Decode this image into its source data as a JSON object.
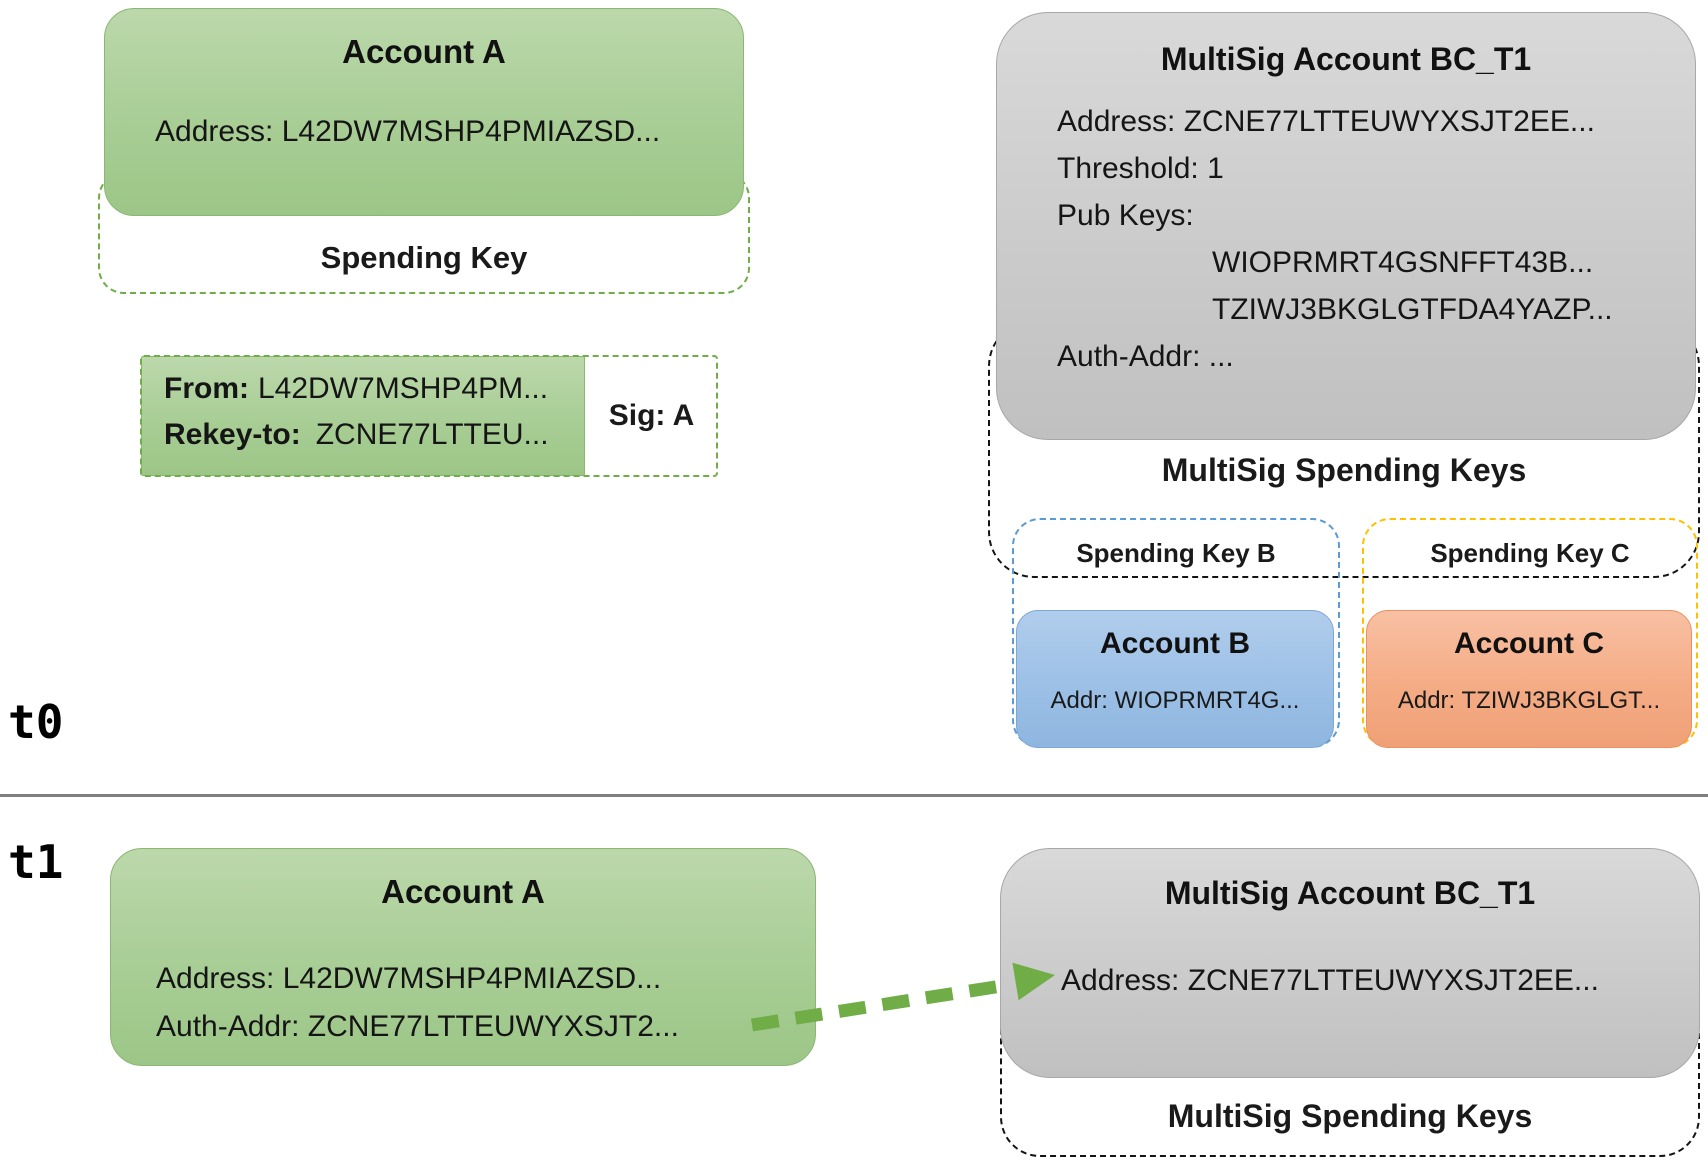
{
  "colors": {
    "account_green": "#a8cd95",
    "green_dash": "#70ad47",
    "multisig_gray": "#cbcbcb",
    "account_blue": "#9cc0e6",
    "blue_dash": "#5b9bd5",
    "account_orange": "#f4ac85",
    "yellow_dash": "#ffc000",
    "black_dash": "#141414",
    "arrow_green": "#70ad47",
    "divider_gray": "#7f7f7f"
  },
  "t0": {
    "label": "t0",
    "account_a": {
      "title": "Account A",
      "address": "Address: L42DW7MSHP4PMIAZSD...",
      "spending_key_label": "Spending Key"
    },
    "rekey_txn": {
      "from_label": "From:",
      "from_value": "L42DW7MSHP4PM...",
      "rekey_label": "Rekey-to:",
      "rekey_value": "ZCNE77LTTEU...",
      "sig": "Sig: A"
    },
    "multisig": {
      "title": "MultiSig Account BC_T1",
      "address": "Address: ZCNE77LTTEUWYXSJT2EE...",
      "threshold": "Threshold: 1",
      "pub_keys_label": "Pub Keys:",
      "pub_keys": [
        "WIOPRMRT4GSNFFT43B...",
        "TZIWJ3BKGLGTFDA4YAZP..."
      ],
      "auth_addr": "Auth-Addr: ...",
      "spending_keys_label": "MultiSig Spending Keys"
    },
    "spending_key_b": {
      "label": "Spending Key B"
    },
    "spending_key_c": {
      "label": "Spending Key C"
    },
    "account_b": {
      "title": "Account B",
      "addr": "Addr: WIOPRMRT4G..."
    },
    "account_c": {
      "title": "Account C",
      "addr": "Addr: TZIWJ3BKGLGT..."
    }
  },
  "t1": {
    "label": "t1",
    "account_a": {
      "title": "Account A",
      "address": "Address: L42DW7MSHP4PMIAZSD...",
      "auth_addr": "Auth-Addr: ZCNE77LTTEUWYXSJT2..."
    },
    "multisig": {
      "title": "MultiSig Account BC_T1",
      "address": "Address: ZCNE77LTTEUWYXSJT2EE...",
      "spending_keys_label": "MultiSig Spending Keys"
    }
  }
}
